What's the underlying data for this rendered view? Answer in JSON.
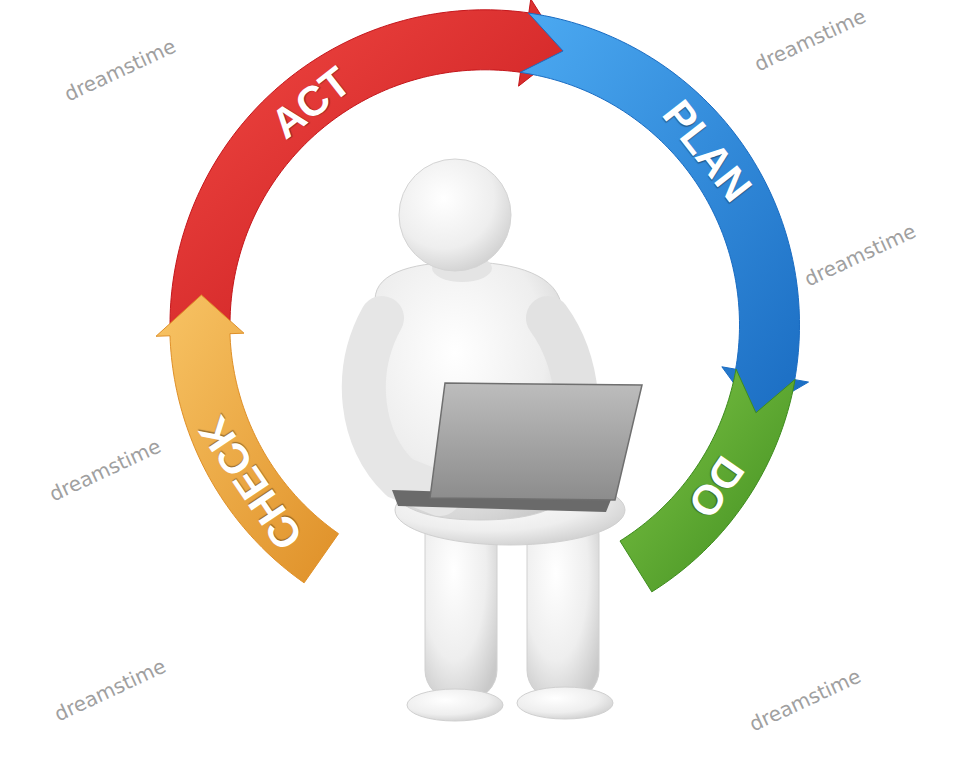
{
  "diagram": {
    "nodes": [
      {
        "text": [
          "ACT"
        ]
      },
      {
        "text": [
          "PLAN"
        ]
      },
      {
        "text": [
          "DO"
        ]
      },
      {
        "text": [
          "CHECK"
        ]
      }
    ],
    "labels": [
      "dreamstime",
      "dreamstime",
      "dreamstime",
      "dreamstime",
      "dreamstime",
      "dreamstime"
    ]
  }
}
